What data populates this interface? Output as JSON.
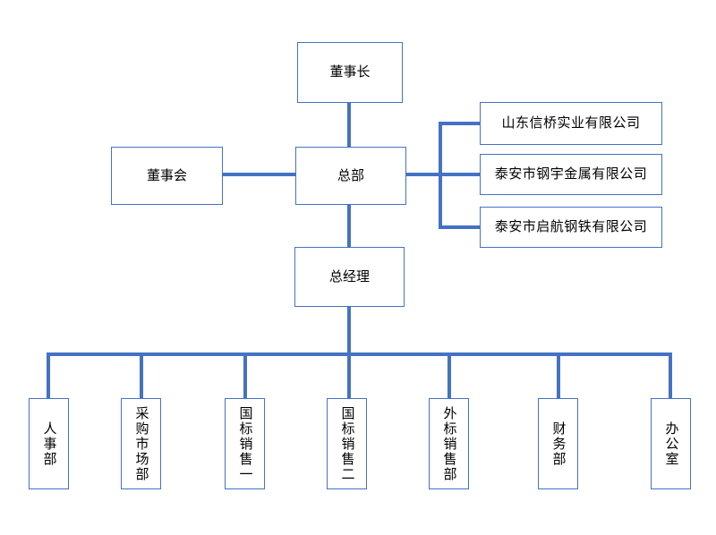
{
  "diagram": {
    "type": "org-chart",
    "nodes": {
      "chairman": "董事长",
      "board": "董事会",
      "headquarters": "总部",
      "general_manager": "总经理"
    },
    "affiliated_companies": [
      "山东信桥实业有限公司",
      "泰安市钢宇金属有限公司",
      "泰安市启航钢铁有限公司"
    ],
    "departments": [
      "人事部",
      "采购市场部",
      "国标销售一",
      "国标销售二",
      "外标销售部",
      "财务部",
      "办公室"
    ]
  },
  "colors": {
    "connector": "#4472C4",
    "border": "#4472C4",
    "text": "#000000",
    "background": "#FFFFFF"
  }
}
